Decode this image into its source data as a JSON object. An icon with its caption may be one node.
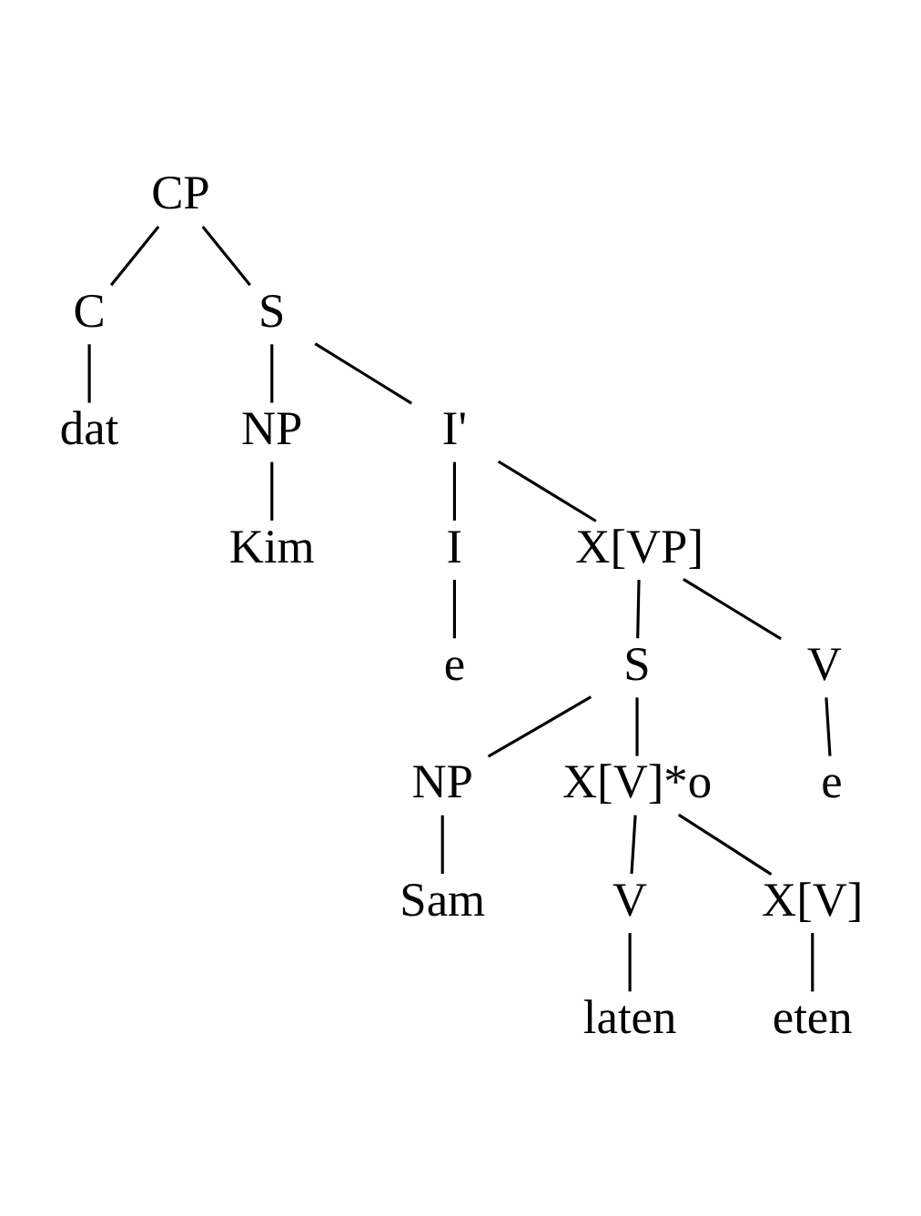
{
  "diagram": {
    "nodes": [
      {
        "text": [
          "CP"
        ]
      },
      {
        "text": [
          "C"
        ]
      },
      {
        "text": [
          "S"
        ]
      },
      {
        "text": [
          "dat"
        ]
      },
      {
        "text": [
          "NP"
        ]
      },
      {
        "text": [
          "I'"
        ]
      },
      {
        "text": [
          "Kim"
        ]
      },
      {
        "text": [
          "I"
        ]
      },
      {
        "text": [
          "e"
        ]
      },
      {
        "text": [
          "X[VP]"
        ]
      },
      {
        "text": [
          "S"
        ]
      },
      {
        "text": [
          "V"
        ]
      },
      {
        "text": [
          "NP"
        ]
      },
      {
        "text": [
          "X[V]*o"
        ]
      },
      {
        "text": [
          "e"
        ]
      },
      {
        "text": [
          "Sam"
        ]
      },
      {
        "text": [
          "V"
        ]
      },
      {
        "text": [
          "X[V]"
        ]
      },
      {
        "text": [
          "laten"
        ]
      },
      {
        "text": [
          "eten"
        ]
      }
    ],
    "edges": [
      {
        "from": 0,
        "to": 1,
        "arrow": "none"
      },
      {
        "from": 0,
        "to": 2,
        "arrow": "none"
      },
      {
        "from": 1,
        "to": 3,
        "arrow": "none"
      },
      {
        "from": 2,
        "to": 4,
        "arrow": "none"
      },
      {
        "from": 2,
        "to": 5,
        "arrow": "none"
      },
      {
        "from": 4,
        "to": 6,
        "arrow": "none"
      },
      {
        "from": 5,
        "to": 9,
        "arrow": "none"
      },
      {
        "from": 5,
        "to": 7,
        "arrow": "none"
      },
      {
        "from": 7,
        "to": 8,
        "arrow": "none"
      },
      {
        "from": 9,
        "to": 10,
        "arrow": "none"
      },
      {
        "from": 9,
        "to": 11,
        "arrow": "none"
      },
      {
        "from": 10,
        "to": 12,
        "arrow": "none"
      },
      {
        "from": 10,
        "to": 13,
        "arrow": "none"
      },
      {
        "from": 11,
        "to": 14,
        "arrow": "none"
      },
      {
        "from": 12,
        "to": 15,
        "arrow": "none"
      },
      {
        "from": 13,
        "to": 16,
        "arrow": "none"
      },
      {
        "from": 13,
        "to": 17,
        "arrow": "none"
      },
      {
        "from": 16,
        "to": 18,
        "arrow": "none"
      },
      {
        "from": 17,
        "to": 19,
        "arrow": "none"
      }
    ]
  }
}
